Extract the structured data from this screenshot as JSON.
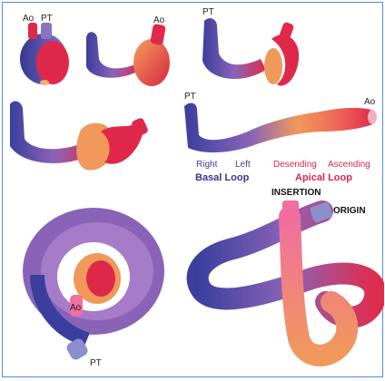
{
  "labels": {
    "p1_ao": "Ao",
    "p1_pt": "PT",
    "p2_ao": "Ao",
    "p3_pt": "PT",
    "p5_pt": "PT",
    "p5_ao": "Ao",
    "right": "Right",
    "left": "Left",
    "descending": "Desending",
    "ascending": "Ascending",
    "basal_loop": "Basal Loop",
    "apical_loop": "Apical Loop",
    "helix_ao": "Ao",
    "helix_pt": "PT",
    "insertion": "INSERTION",
    "origin": "ORIGIN"
  },
  "colors": {
    "border": "#4f8fc9",
    "basal_blue": "#3a3f9e",
    "purple": "#8a63b8",
    "apical_red": "#e02c4c",
    "orange": "#f0995a"
  }
}
